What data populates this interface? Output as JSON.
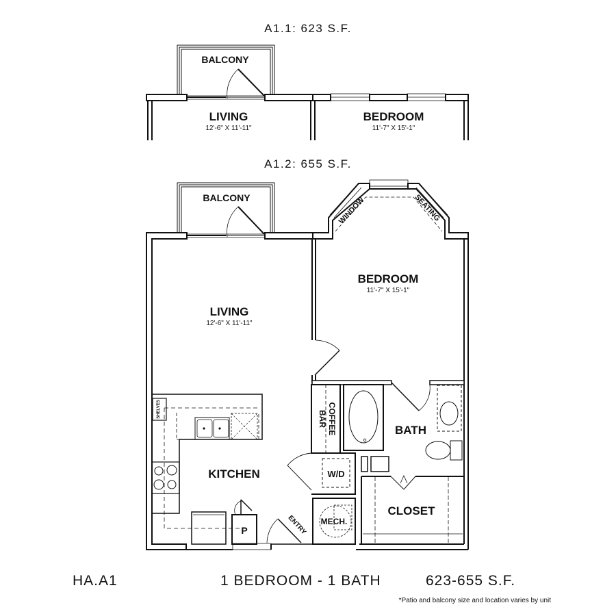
{
  "variants": [
    {
      "id": "A1.1",
      "title": "A1.1: 623 S.F."
    },
    {
      "id": "A1.2",
      "title": "A1.2: 655 S.F."
    }
  ],
  "rooms_a11": {
    "balcony": "BALCONY",
    "living": {
      "name": "LIVING",
      "dims": "12'-6\" X 11'-11\""
    },
    "bedroom": {
      "name": "BEDROOM",
      "dims": "11'-7\" X 15'-1\""
    }
  },
  "rooms_a12": {
    "balcony": "BALCONY",
    "window": "WINDOW",
    "seating": "SEATING",
    "living": {
      "name": "LIVING",
      "dims": "12'-6\" X 11'-11\""
    },
    "bedroom": {
      "name": "BEDROOM",
      "dims": "11'-7\" X 15'-1\""
    },
    "shelves": "SHELVES",
    "coffee": "COFFEE",
    "bar": "BAR",
    "bath": "BATH",
    "kitchen": "KITCHEN",
    "wd": "W/D",
    "mech": "MECH.",
    "closet": "CLOSET",
    "pantry": "P",
    "entry": "ENTRY"
  },
  "footer": {
    "plan_code": "HA.A1",
    "layout": "1 BEDROOM - 1 BATH",
    "area": "623-655 S.F.",
    "note": "*Patio and balcony size and location varies by unit"
  },
  "colors": {
    "line": "#111111",
    "background": "#ffffff",
    "dashed": "#666666"
  }
}
